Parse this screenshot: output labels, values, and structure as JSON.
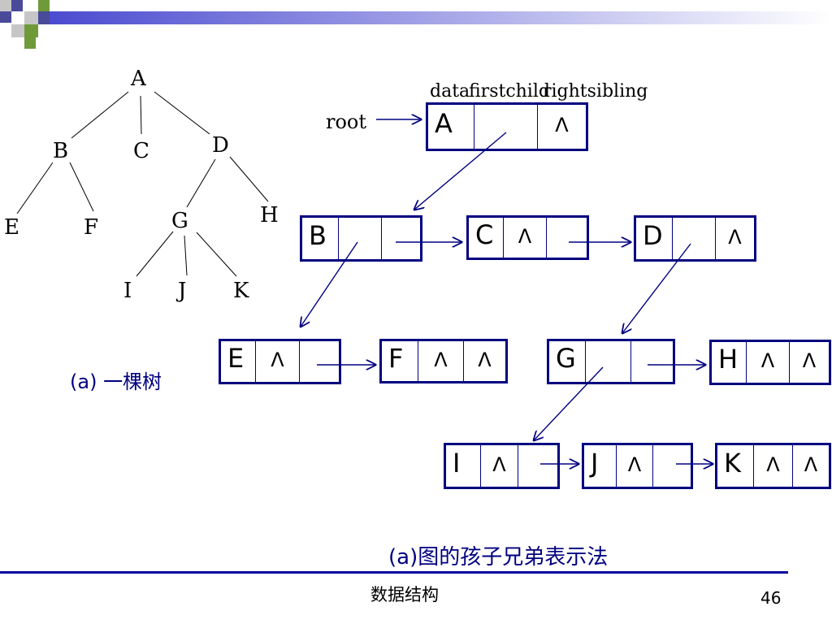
{
  "header": {
    "colors": [
      "#c6c6c6",
      "#4a4a9a",
      "#6f9a3a",
      "#ffffff"
    ],
    "bar_gradient": [
      "#4b4bd0",
      "#ffffff"
    ]
  },
  "tree": {
    "nodes": [
      "A",
      "B",
      "C",
      "D",
      "E",
      "F",
      "G",
      "H",
      "I",
      "J",
      "K"
    ],
    "caption": "(a) 一棵树"
  },
  "list": {
    "field_labels": [
      "data",
      "firstchild",
      "rightsibling"
    ],
    "root_label": "root",
    "null_symbol": "Λ",
    "nodes": [
      "A",
      "B",
      "C",
      "D",
      "E",
      "F",
      "G",
      "H",
      "I",
      "J",
      "K"
    ],
    "caption": "(a)图的孩子兄弟表示法"
  },
  "footer": {
    "title": "数据结构",
    "page_number": "46",
    "rule_color": "#0000a0"
  },
  "colors": {
    "box_border": "#000080",
    "arrow": "#000080",
    "tree_line": "#000000"
  }
}
